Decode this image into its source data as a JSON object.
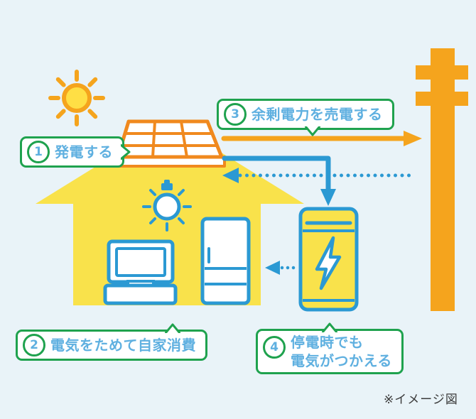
{
  "colors": {
    "background": "#E9F3F8",
    "house_yellow": "#F9E24B",
    "sun_core": "#FFDF45",
    "orange": "#F5A41D",
    "panel_orange": "#F0891E",
    "blue": "#2B99D3",
    "light_blue_text": "#5FB0E0",
    "green": "#1FA24E",
    "note_color": "#3B3B3B"
  },
  "labels": {
    "generate": {
      "number": "1",
      "text": "発電する"
    },
    "self_consume": {
      "number": "2",
      "text": "電気をためて自家消費"
    },
    "sell": {
      "number": "3",
      "text": "余剰電力を売電する"
    },
    "outage": {
      "number": "4",
      "line1": "停電時でも",
      "line2": "電気がつかえる"
    }
  },
  "note": "※イメージ図",
  "icons": [
    "sun-icon",
    "house-icon",
    "solar-panel-icon",
    "utility-pole-icon",
    "sell-power-arrow-icon",
    "battery-charge-arrow-icon",
    "grid-supply-dotted-arrow-icon",
    "battery-icon",
    "lightning-bolt-icon",
    "battery-discharge-dotted-arrow-icon",
    "lightbulb-icon",
    "computer-icon",
    "refrigerator-icon"
  ]
}
